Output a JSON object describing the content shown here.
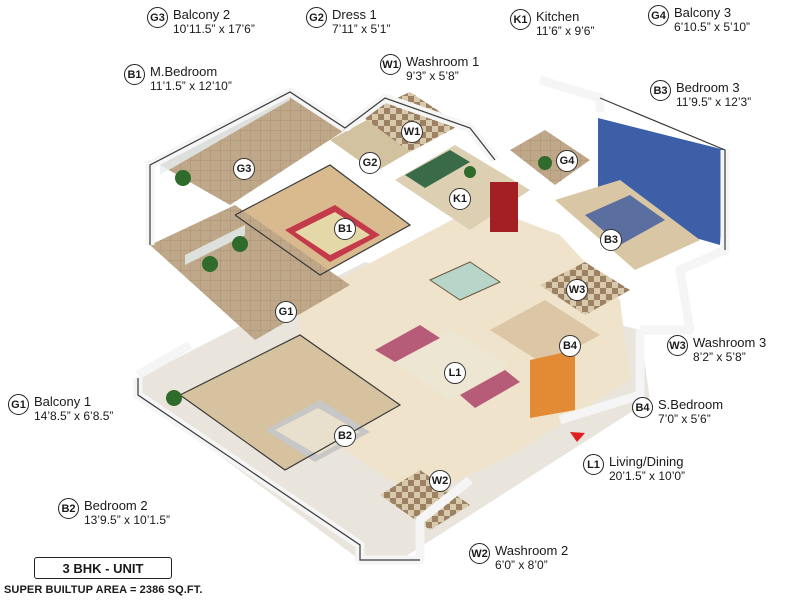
{
  "unit_title": "3 BHK - UNIT",
  "area_text": "SUPER BUILTUP AREA = 2386 SQ.FT.",
  "rooms": [
    {
      "code": "G3",
      "name": "Balcony 2",
      "dims": "10’11.5” x 17’6”"
    },
    {
      "code": "G2",
      "name": "Dress 1",
      "dims": "7’11” x 5’1”"
    },
    {
      "code": "K1",
      "name": "Kitchen",
      "dims": "11’6” x 9’6”"
    },
    {
      "code": "G4",
      "name": "Balcony 3",
      "dims": "6’10.5” x 5’10”"
    },
    {
      "code": "B1",
      "name": "M.Bedroom",
      "dims": "11’1.5” x 12’10”"
    },
    {
      "code": "W1",
      "name": "Washroom 1",
      "dims": "9’3” x 5’8”"
    },
    {
      "code": "B3",
      "name": "Bedroom 3",
      "dims": "11’9.5” x 12’3”"
    },
    {
      "code": "W3",
      "name": "Washroom 3",
      "dims": "8’2” x 5’8”"
    },
    {
      "code": "G1",
      "name": "Balcony 1",
      "dims": "14’8.5” x 6’8.5”"
    },
    {
      "code": "B4",
      "name": "S.Bedroom",
      "dims": "7’0” x 5’6”"
    },
    {
      "code": "L1",
      "name": "Living/Dining",
      "dims": "20’1.5” x 10’0”"
    },
    {
      "code": "B2",
      "name": "Bedroom 2",
      "dims": "13’9.5” x 10’1.5”"
    },
    {
      "code": "W2",
      "name": "Washroom 2",
      "dims": "6’0” x 8’0”"
    }
  ],
  "markers": [
    "G3",
    "G2",
    "W1",
    "K1",
    "G4",
    "B1",
    "B3",
    "G1",
    "W3",
    "B4",
    "L1",
    "B2",
    "W2"
  ],
  "colors": {
    "floor": "#efe3cc",
    "balcony": "#b99878",
    "bathroom": "#cdbba0",
    "wall": "#fafafa",
    "accent_wall": "#3d5fa8",
    "entry_arrow": "#e02020"
  }
}
